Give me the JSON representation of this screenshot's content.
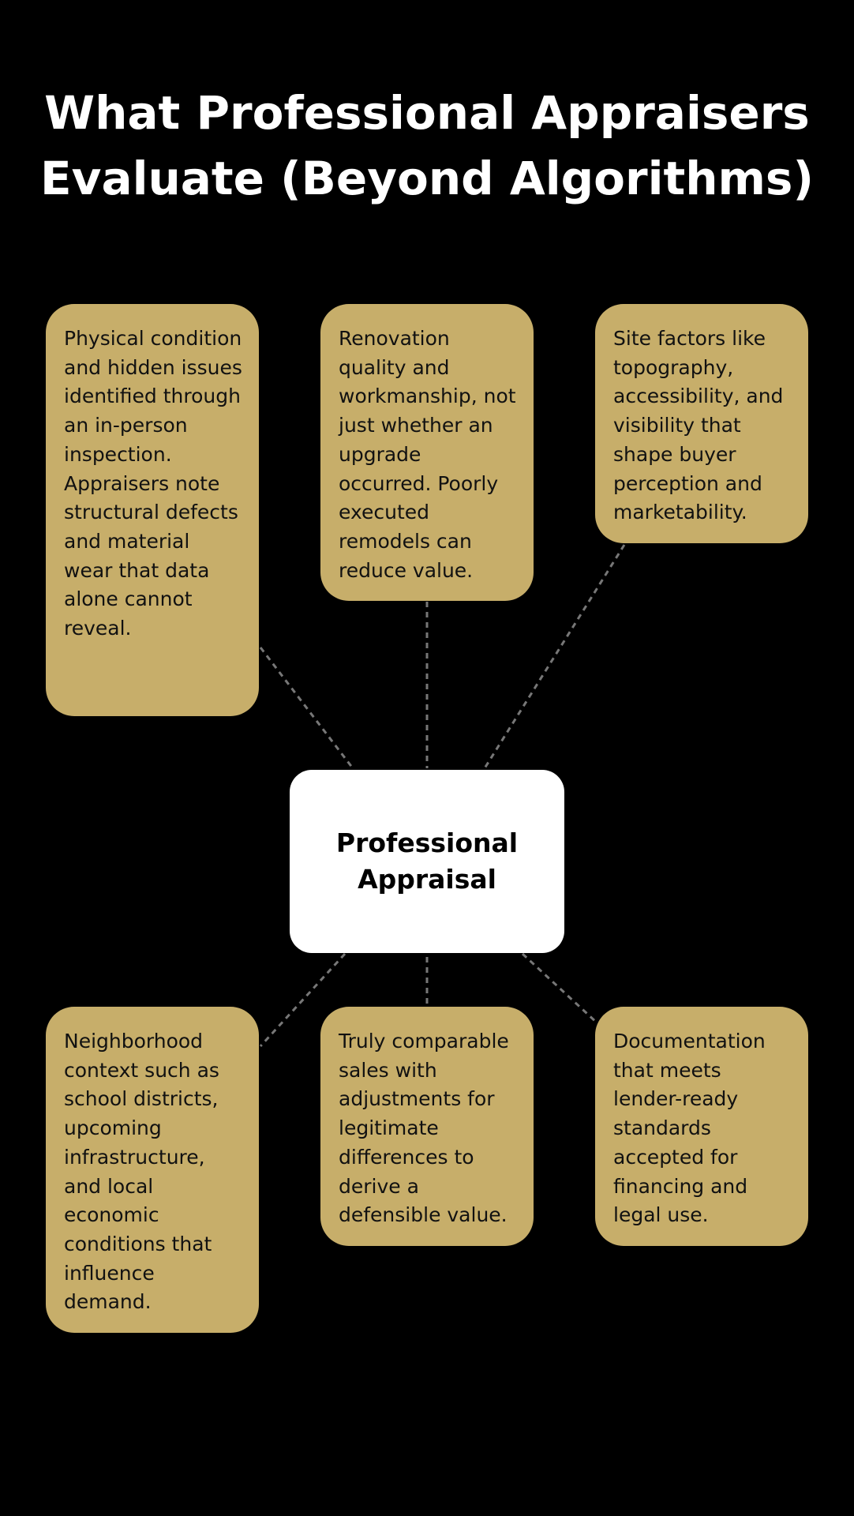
{
  "title": {
    "line1": "What Professional Appraisers",
    "line2": "Evaluate (Beyond Algorithms)"
  },
  "center": {
    "line1": "Professional",
    "line2": "Appraisal"
  },
  "colors": {
    "background": "#000000",
    "card": "#c7ae6a",
    "center": "#ffffff",
    "connector": "#777777"
  },
  "cards": [
    "Physical condition and hidden issues identified through an in-person inspection. Appraisers note structural defects and material wear that data alone cannot reveal.",
    "Renovation quality and workmanship, not just whether an upgrade occurred. Poorly executed remodels can reduce value.",
    "Site factors like topography, accessibility, and visibility that shape buyer perception and marketability.",
    "Neighborhood context such as school districts, upcoming infrastructure, and local economic conditions that influence demand.",
    "Truly comparable sales with adjustments for legitimate differences to derive a defensible value.",
    "Documentation that meets lender-ready standards accepted for financing and legal use."
  ]
}
